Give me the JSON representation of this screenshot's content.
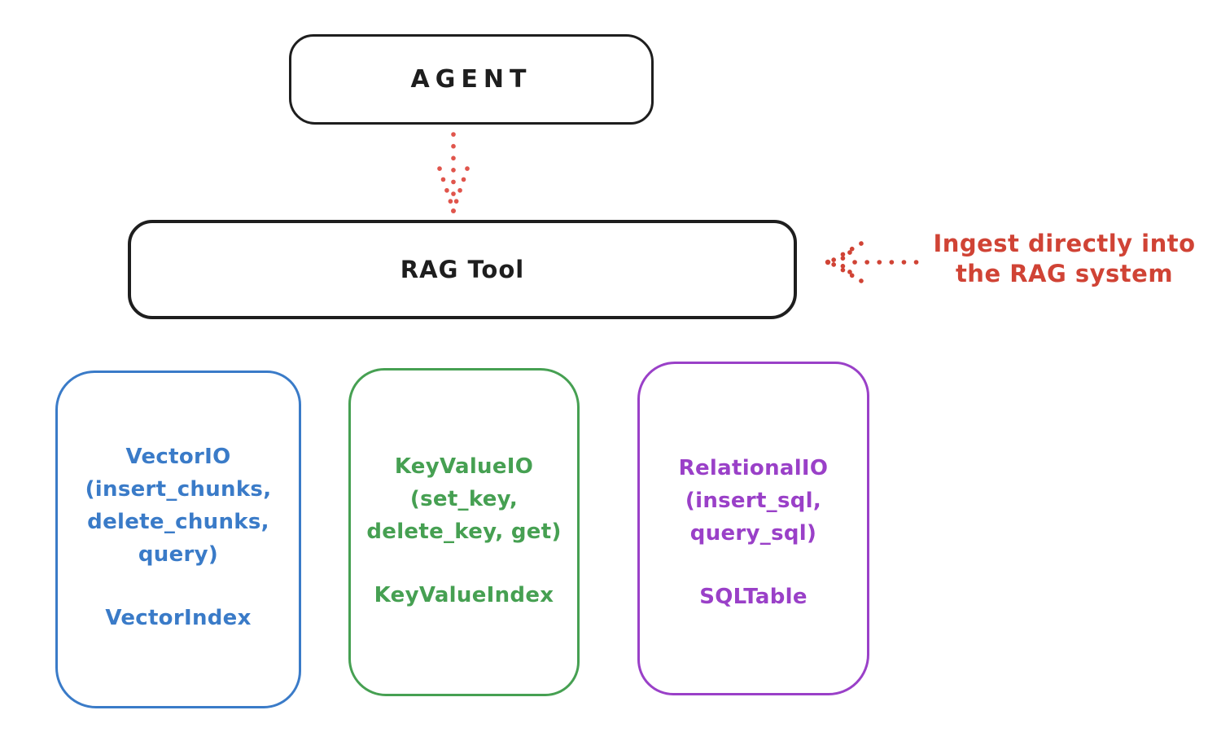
{
  "diagram": {
    "agent_box": {
      "label": "AGENT"
    },
    "rag_tool_box": {
      "label": "RAG Tool"
    },
    "annotation": {
      "line1": "Ingest directly into",
      "line2": "the RAG system",
      "color": "#d04335"
    },
    "arrows": [
      {
        "name": "agent-to-rag-tool",
        "style": "dotted",
        "direction": "down",
        "color": "#e0554c"
      },
      {
        "name": "annotation-to-rag-tool",
        "style": "dotted",
        "direction": "left",
        "color": "#d04335"
      }
    ],
    "io_boxes": [
      {
        "lines": [
          "VectorIO",
          "(insert_chunks,",
          "delete_chunks,",
          "query)"
        ],
        "index_label": "VectorIndex",
        "color": "#3a7bc8"
      },
      {
        "lines": [
          "KeyValueIO",
          "(set_key,",
          "delete_key, get)"
        ],
        "index_label": "KeyValueIndex",
        "color": "#46a052"
      },
      {
        "lines": [
          "RelationalIO",
          "(insert_sql,",
          "query_sql)"
        ],
        "index_label": "SQLTable",
        "color": "#9a40c8"
      }
    ],
    "colors": {
      "outline": "#1e1e1e",
      "background": "#ffffff"
    }
  }
}
